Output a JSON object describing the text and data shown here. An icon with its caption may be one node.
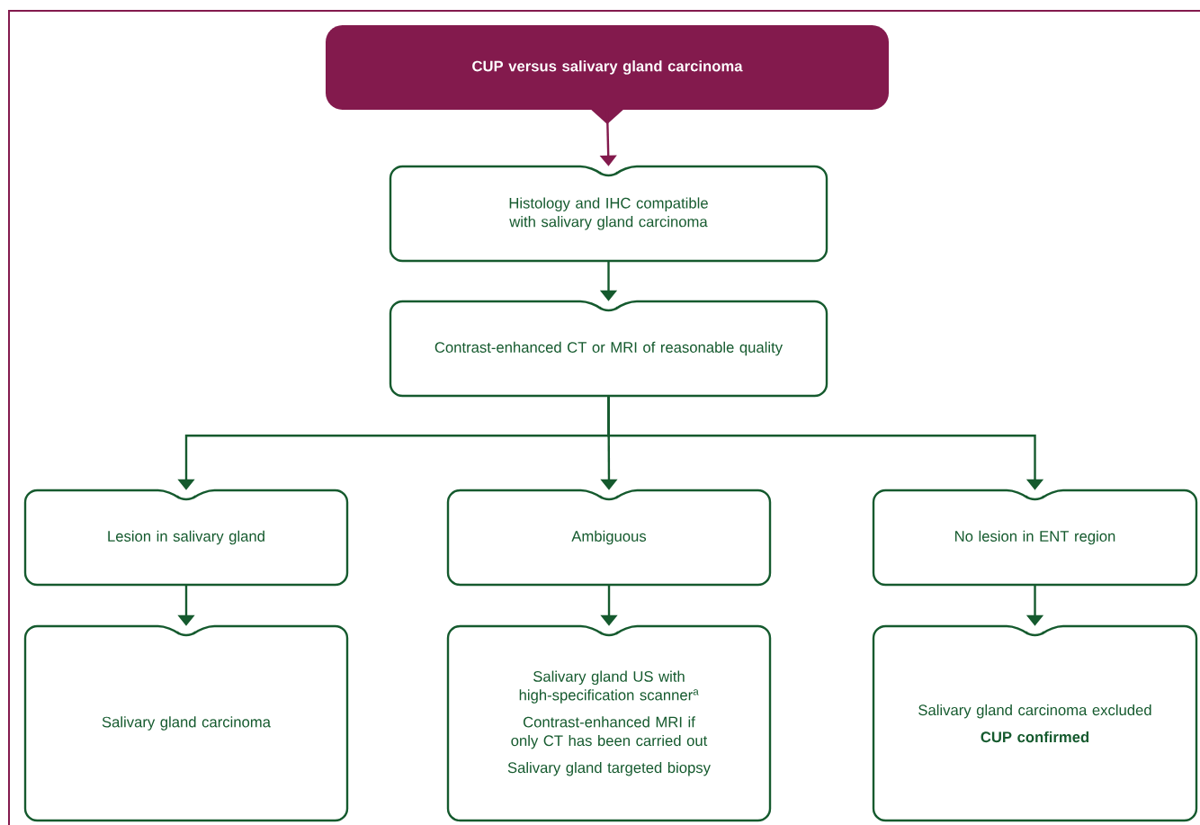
{
  "diagram": {
    "nodes": [
      {
        "text": [
          "CUP versus salivary gland carcinoma"
        ]
      },
      {
        "text": [
          "Histology and IHC compatible with salivary gland carcinoma"
        ]
      },
      {
        "text": [
          "Contrast-enhanced CT or MRI of reasonable quality"
        ]
      },
      {
        "text": [
          "Lesion in salivary gland"
        ]
      },
      {
        "text": [
          "Ambiguous"
        ]
      },
      {
        "text": [
          "No lesion in ENT region"
        ]
      },
      {
        "text": [
          "Salivary gland carcinoma"
        ]
      },
      {
        "text": [
          "Salivary gland US with high-specification scanner$^{a}$",
          "Contrast-enhanced MRI if only CT has been carried out",
          "Salivary gland targeted biopsy"
        ]
      },
      {
        "text": [
          "Salivary gland carcinoma excluded",
          "CUP confirmed"
        ]
      }
    ],
    "edges": [
      {
        "from": 0,
        "to": 1,
        "arrow": "to",
        "color": "#831a4d"
      },
      {
        "from": 1,
        "to": 2,
        "arrow": "to"
      },
      {
        "from": 2,
        "to": 3,
        "arrow": "to"
      },
      {
        "from": 2,
        "to": 4,
        "arrow": "to"
      },
      {
        "from": 2,
        "to": 5,
        "arrow": "to"
      },
      {
        "from": 3,
        "to": 6,
        "arrow": "to"
      },
      {
        "from": 4,
        "to": 7,
        "arrow": "to"
      },
      {
        "from": 5,
        "to": 8,
        "arrow": "to"
      }
    ]
  }
}
